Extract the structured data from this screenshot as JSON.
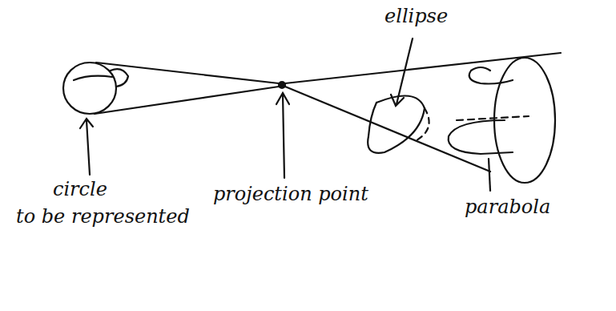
{
  "diagram": {
    "labels": [
      "ellipse",
      "circle",
      "to be represented",
      "projection point",
      "parabola"
    ]
  }
}
